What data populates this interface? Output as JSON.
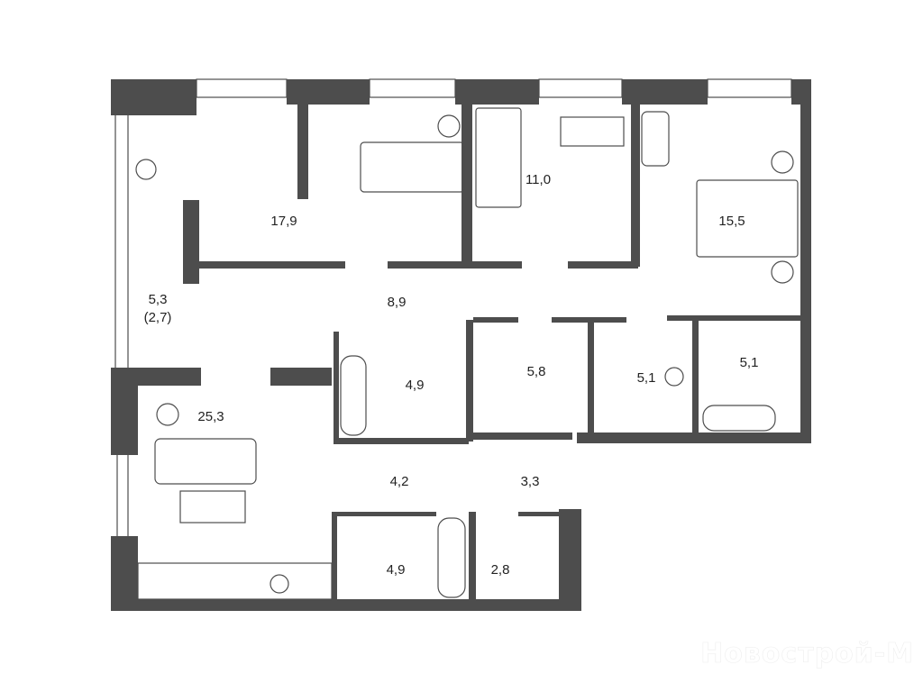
{
  "rooms": [
    {
      "area": "17,9"
    },
    {
      "area": "11,0"
    },
    {
      "area": "15,5"
    },
    {
      "area": "5,3"
    },
    {
      "area": "(2,7)"
    },
    {
      "area": "8,9"
    },
    {
      "area": "4,9"
    },
    {
      "area": "5,8"
    },
    {
      "area": "5,1"
    },
    {
      "area": "5,1"
    },
    {
      "area": "25,3"
    },
    {
      "area": "4,2"
    },
    {
      "area": "3,3"
    },
    {
      "area": "4,9"
    },
    {
      "area": "2,8"
    }
  ],
  "watermark": "Новострой-М",
  "colors": {
    "wall": "#4d4d4d",
    "background": "#ffffff"
  }
}
